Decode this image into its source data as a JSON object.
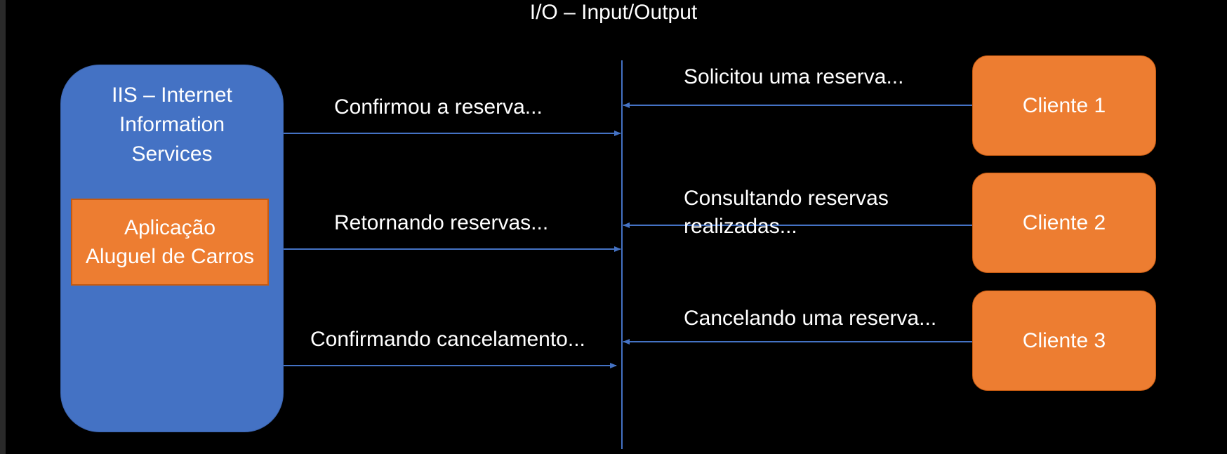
{
  "title": "I/O – Input/Output",
  "server": {
    "label_lines": [
      "IIS – Internet",
      "Information",
      "Services"
    ],
    "app": {
      "label_lines": [
        "Aplicação",
        "Aluguel de Carros"
      ]
    }
  },
  "clients": [
    {
      "label": "Cliente 1"
    },
    {
      "label": "Cliente 2"
    },
    {
      "label": "Cliente 3"
    }
  ],
  "messages": {
    "responses": [
      "Confirmou a reserva...",
      "Retornando reservas...",
      "Confirmando cancelamento..."
    ],
    "requests": [
      [
        "Solicitou uma reserva..."
      ],
      [
        "Consultando reservas",
        "realizadas..."
      ],
      [
        "Cancelando uma reserva..."
      ]
    ]
  },
  "colors": {
    "background": "#000000",
    "server_fill": "#4472c4",
    "app_fill": "#ed7d31",
    "client_fill": "#ed7d31",
    "connector": "#4472c4",
    "text": "#ffffff"
  }
}
